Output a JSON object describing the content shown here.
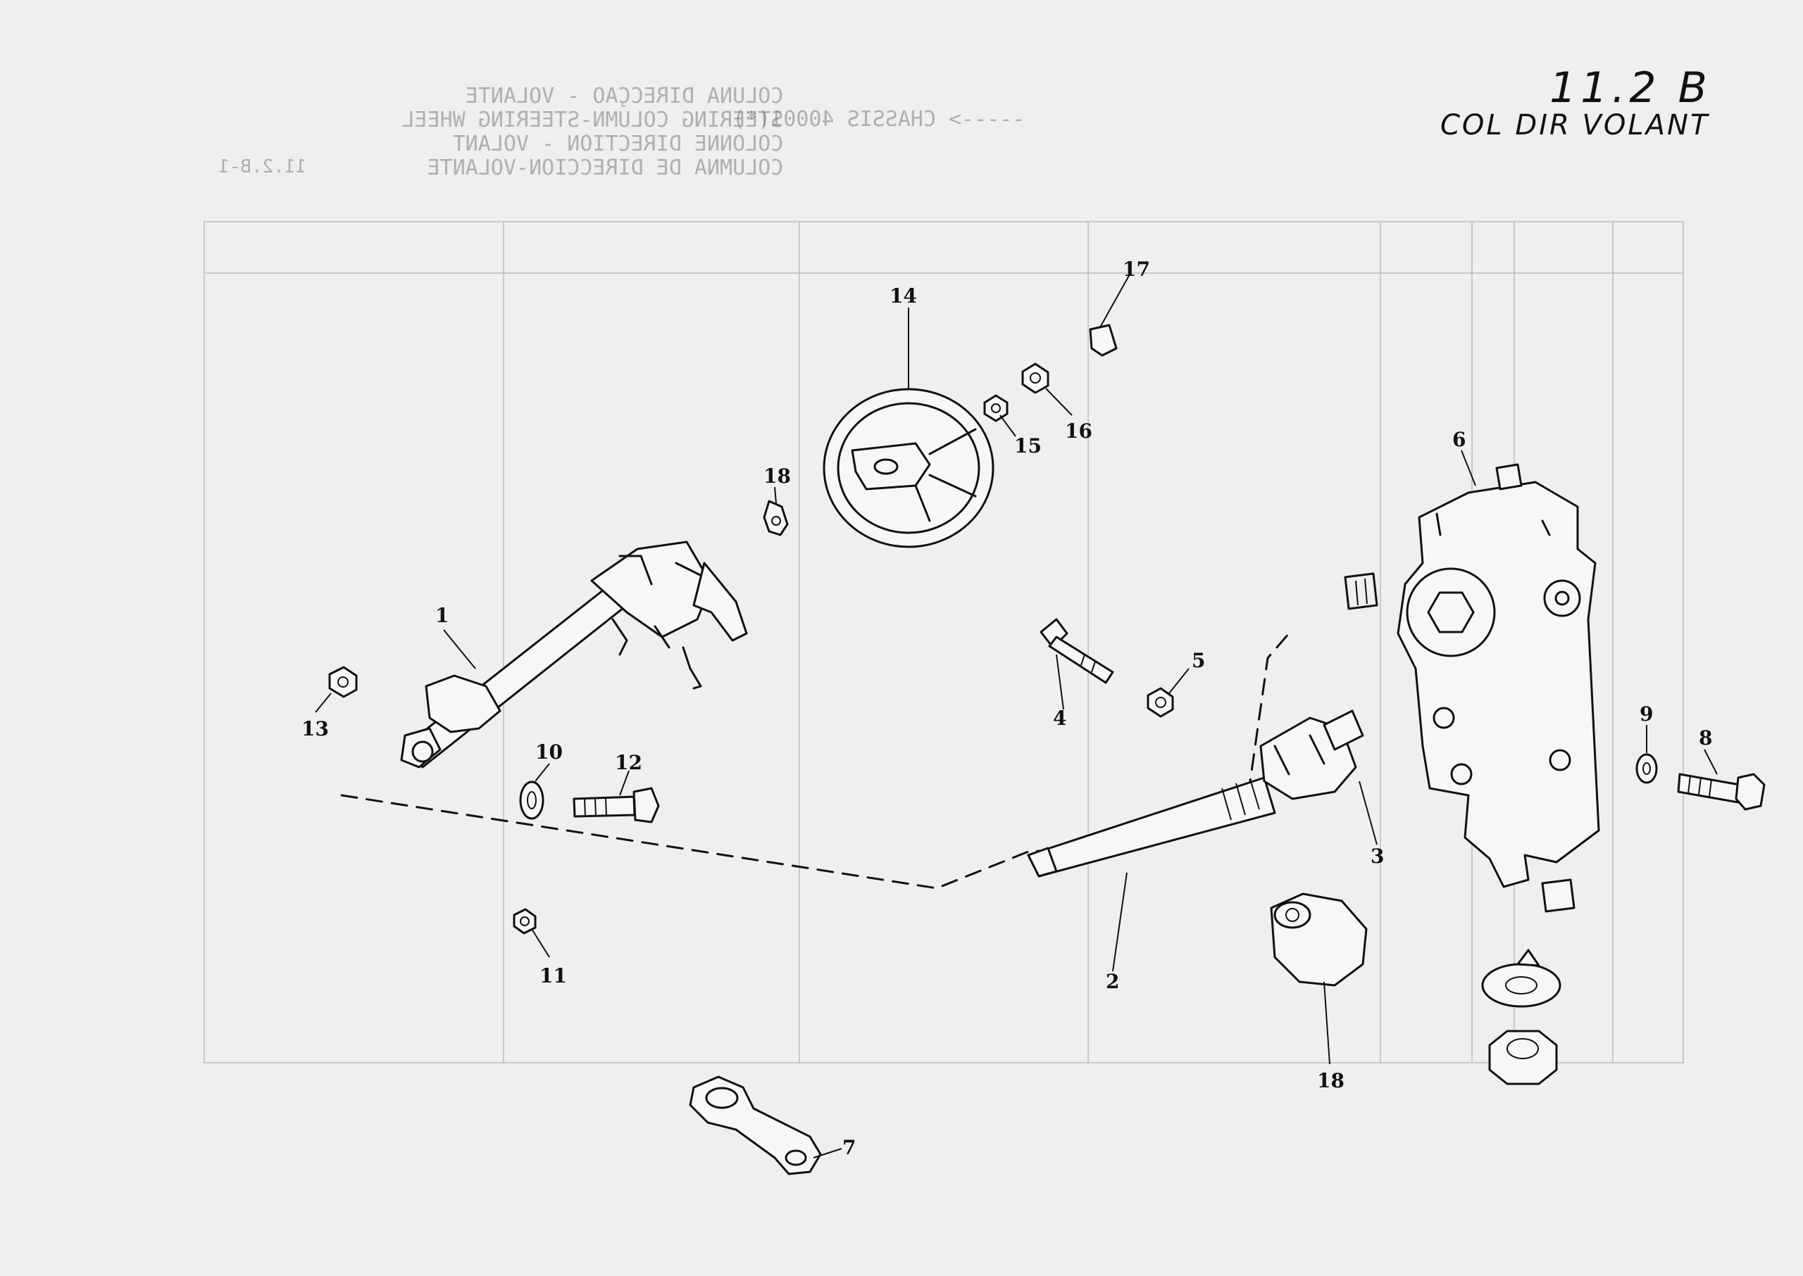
{
  "header": {
    "code": "11.2 B",
    "subtitle": "COL DIR VOLANT"
  },
  "ghost_print": {
    "title_lines": [
      "COLUNA DIRECÇAO - VOLANTE",
      "STEERING COLUMN-STEERING WHEEL",
      "COLONNE DIRECTION - VOLANT",
      "COLUMNA DE DIRECCION-VOLANTE"
    ],
    "chassis": "-----> CHASSIS 40001(*)",
    "page_ref": "11.2.B-1"
  },
  "callouts": [
    "1",
    "2",
    "3",
    "4",
    "5",
    "6",
    "7",
    "8",
    "9",
    "10",
    "11",
    "12",
    "13",
    "14",
    "15",
    "16",
    "17",
    "18"
  ],
  "colors": {
    "ink": "#111111",
    "paper": "#efefed",
    "ghost": "#7b7b7b"
  }
}
